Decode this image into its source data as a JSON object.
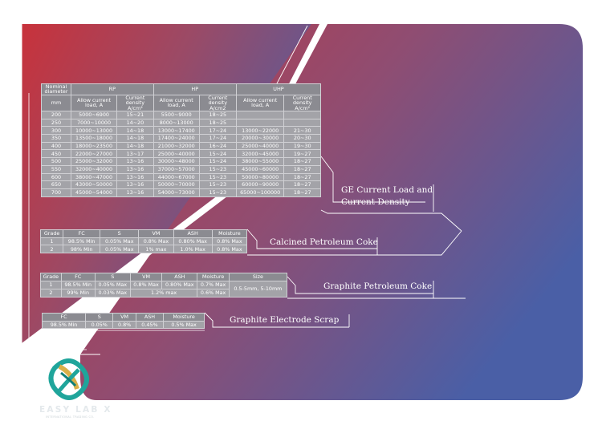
{
  "colors": {
    "gradient_start": "#c5343f",
    "gradient_end": "#4d5da3",
    "table_bg": "#a3a3a8",
    "table_header": "#8b8b91",
    "logo_teal": "#1fa59b",
    "logo_gold": "#d9b048"
  },
  "current_table": {
    "header": {
      "nominal": "Nominal diameter",
      "mm": "mm",
      "rp": "RP",
      "hp": "HP",
      "uhp": "UHP",
      "allow_1": "Allow current load, A",
      "density_1": "Current density A/cm²",
      "allow_2": "Allow current load, A",
      "density_2": "Current density A/cm2",
      "allow_3": "Allow current load, A",
      "density_3": "Current density A/cm²"
    },
    "rows": [
      [
        "200",
        "5000~6900",
        "15~21",
        "5500~9000",
        "18~25",
        "",
        ""
      ],
      [
        "250",
        "7000~10000",
        "14~20",
        "8000~13000",
        "18~25",
        "",
        ""
      ],
      [
        "300",
        "10000~13000",
        "14~18",
        "13000~17400",
        "17~24",
        "13000~22000",
        "21~30"
      ],
      [
        "350",
        "13500~18000",
        "14~18",
        "17400~24000",
        "17~24",
        "20000~30000",
        "20~30"
      ],
      [
        "400",
        "18000~23500",
        "14~18",
        "21000~32000",
        "16~24",
        "25000~40000",
        "19~30"
      ],
      [
        "450",
        "22000~27000",
        "13~17",
        "25000~40000",
        "15~24",
        "32000~45000",
        "19~27"
      ],
      [
        "500",
        "25000~32000",
        "13~16",
        "30000~48000",
        "15~24",
        "38000~55000",
        "18~27"
      ],
      [
        "550",
        "32000~40000",
        "13~16",
        "37000~57000",
        "15~23",
        "45000~60000",
        "18~27"
      ],
      [
        "600",
        "38000~47000",
        "13~16",
        "44000~67000",
        "15~23",
        "50000~80000",
        "18~27"
      ],
      [
        "650",
        "43000~50000",
        "13~16",
        "50000~70000",
        "15~23",
        "60000~90000",
        "18~27"
      ],
      [
        "700",
        "45000~54000",
        "13~16",
        "54000~73000",
        "15~23",
        "65000~100000",
        "18~27"
      ]
    ],
    "title_line1": "GE Current Load and",
    "title_line2": "Current Density"
  },
  "calcined": {
    "headers": [
      "Grade",
      "FC",
      "S",
      "VM",
      "ASH",
      "Moisture"
    ],
    "rows": [
      [
        "1",
        "98.5% Min",
        "0.05% Max",
        "0.8% Max",
        "0.80% Max",
        "0.8% Max"
      ],
      [
        "2",
        "98% Min",
        "0.05% Max",
        "1% max",
        "1.0% Max",
        "0.8% Max"
      ]
    ],
    "title": "Calcined Petroleum Coke"
  },
  "graphite_coke": {
    "headers": [
      "Grade",
      "FC",
      "S",
      "VM",
      "ASH",
      "Moisture",
      "Size"
    ],
    "row1": [
      "1",
      "98.5% Min",
      "0.05% Max",
      "0.8% Max",
      "0.80% Max",
      "0.7% Max"
    ],
    "row2": [
      "2",
      "99% Min",
      "0.03% Max",
      "1.2% max",
      "0.6% Max"
    ],
    "size": "0.5-5mm, 5-10mm",
    "title": "Graphite Petroleum Coke"
  },
  "scrap": {
    "headers": [
      "FC",
      "S",
      "VM",
      "ASH",
      "Moisture"
    ],
    "values": [
      "98.5% Min",
      "0.05%",
      "0.8%",
      "0.45%",
      "0.5% Max"
    ],
    "title": "Graphite Electrode Scrap"
  },
  "brand": {
    "name": "EASY LAB X",
    "tagline": "INTERNATIONAL TRADING CO."
  }
}
